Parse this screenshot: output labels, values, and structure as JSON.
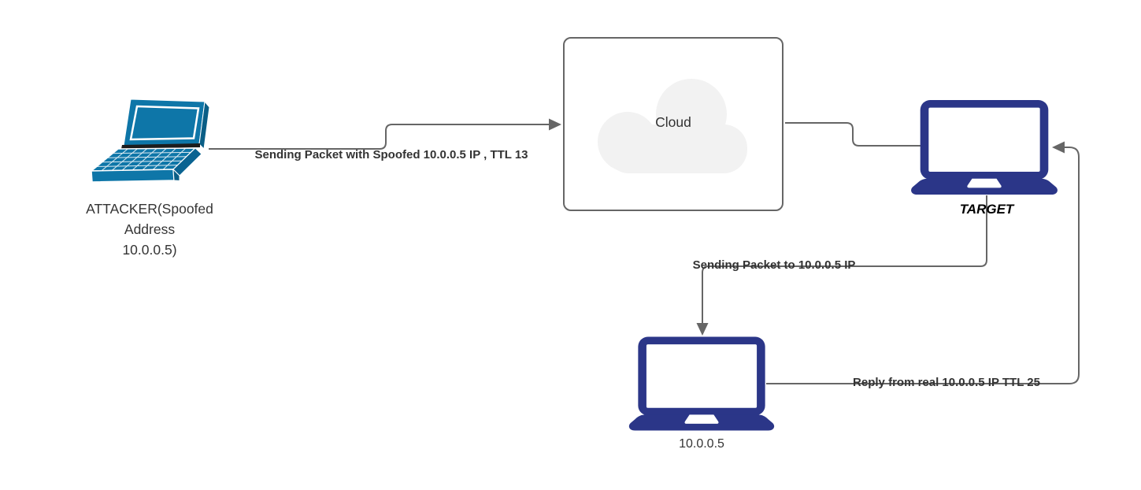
{
  "diagram": {
    "type": "network-ip-spoofing-diagram",
    "background": "#ffffff",
    "nodes": {
      "attacker": {
        "icon": "laptop-3d-icon",
        "color": "#0e76a8",
        "label_line1": "ATTACKER(Spoofed",
        "label_line2": "Address",
        "label_line3": "10.0.0.5)"
      },
      "cloud": {
        "icon": "cloud-icon",
        "label": "Cloud",
        "border_color": "#666666",
        "cloud_fill": "#f2f2f2"
      },
      "target": {
        "icon": "laptop-front-icon",
        "color": "#2b3688",
        "label": "TARGET"
      },
      "real_host": {
        "icon": "laptop-front-icon",
        "color": "#2b3688",
        "label": "10.0.0.5"
      }
    },
    "edges": {
      "color": "#666666",
      "attacker_to_cloud": {
        "from": "attacker",
        "to": "cloud",
        "arrow": "end",
        "label": "Sending Packet with Spoofed 10.0.0.5 IP , TTL 13"
      },
      "cloud_to_target": {
        "from": "cloud",
        "to": "target",
        "arrow": "none",
        "label": ""
      },
      "target_to_real_host": {
        "from": "target",
        "to": "real_host",
        "arrow": "end",
        "label": "Sending Packet to 10.0.0.5 IP"
      },
      "real_host_to_target": {
        "from": "real_host",
        "to": "target",
        "arrow": "end",
        "label": "Reply from real 10.0.0.5 IP TTL 25"
      }
    }
  }
}
